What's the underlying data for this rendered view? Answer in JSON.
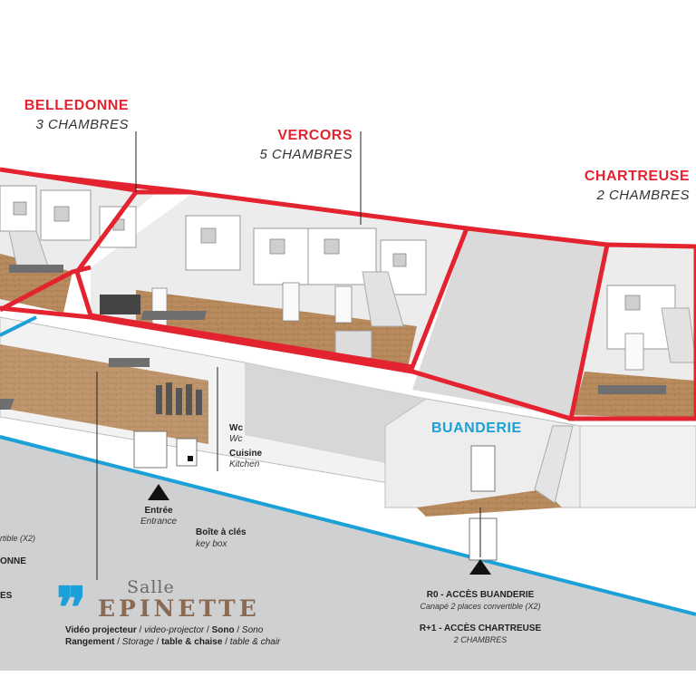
{
  "zones": {
    "belledonne": {
      "title": "BELLEDONNE",
      "subtitle": "3 CHAMBRES"
    },
    "vercors": {
      "title": "VERCORS",
      "subtitle": "5 CHAMBRES"
    },
    "chartreuse": {
      "title": "CHARTREUSE",
      "subtitle": "2 CHAMBRES"
    },
    "buanderie": {
      "title": "BUANDERIE"
    }
  },
  "callouts": {
    "wc": {
      "fr": "Wc",
      "en": "Wc"
    },
    "cuisine": {
      "fr": "Cuisine",
      "en": "Kitchen"
    },
    "entree": {
      "fr": "Entrée",
      "en": "Entrance"
    },
    "boite": {
      "fr": "Boîte à clés",
      "en": "key box"
    }
  },
  "left_cut": {
    "line1": "rtible (X2)",
    "line2": "ONNE",
    "line3": "ES"
  },
  "logo": {
    "salle": "Salle",
    "name": "EPINETTE"
  },
  "features": {
    "line1": [
      {
        "b": "Vidéo projecteur",
        "i": "video-projector"
      },
      {
        "b": "Sono",
        "i": "Sono"
      }
    ],
    "line2": [
      {
        "b": "Rangement",
        "i": "Storage"
      },
      {
        "b": "table & chaise",
        "i": "table & chair"
      }
    ]
  },
  "access": {
    "r0_title": "R0 - ACCÈS BUANDERIE",
    "r0_sub": "Canapé 2 places convertible (X2)",
    "r1_title": "R+1 - ACCÈS CHARTREUSE",
    "r1_sub": "2 CHAMBRES"
  },
  "colors": {
    "floor_outline": "#e3232f",
    "ground_outline": "#1ba0d8",
    "ground": "#cfd0d2"
  }
}
